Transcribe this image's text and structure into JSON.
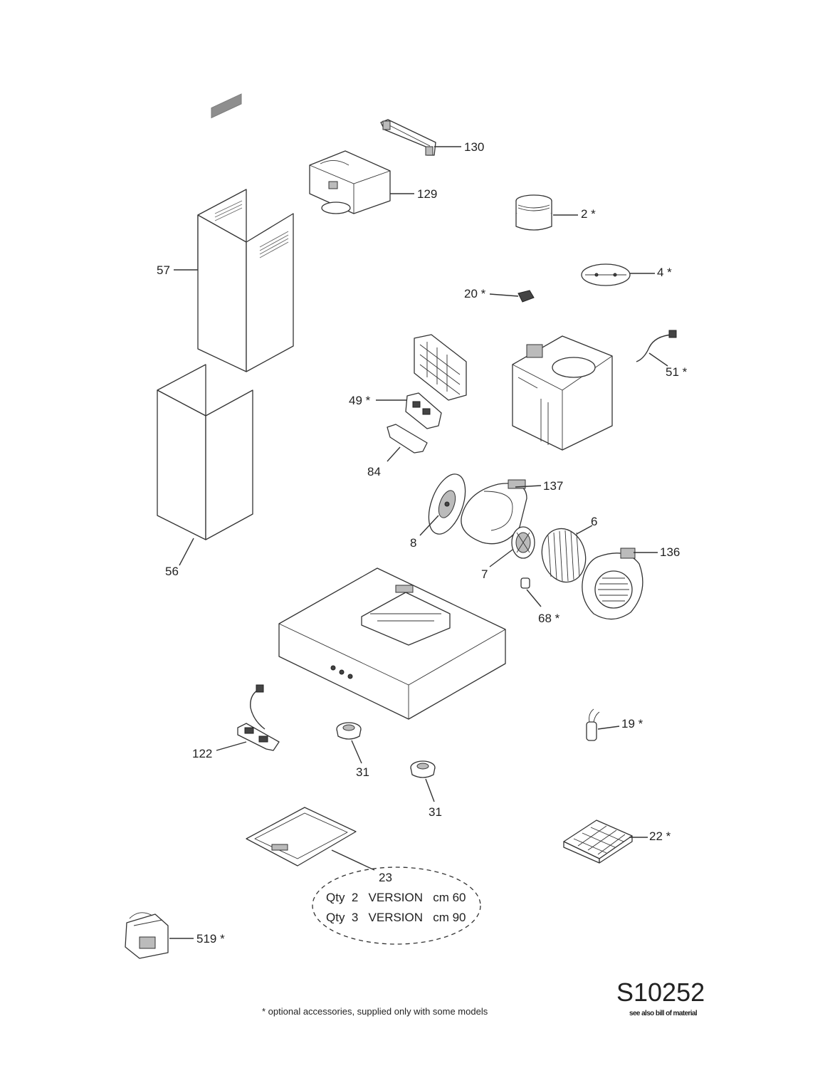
{
  "callouts": [
    {
      "id": "130",
      "text": "130"
    },
    {
      "id": "129",
      "text": "129"
    },
    {
      "id": "2",
      "text": "2 *"
    },
    {
      "id": "57",
      "text": "57"
    },
    {
      "id": "4",
      "text": "4 *"
    },
    {
      "id": "20",
      "text": "20 *"
    },
    {
      "id": "51",
      "text": "51 *"
    },
    {
      "id": "49",
      "text": "49 *"
    },
    {
      "id": "84",
      "text": "84"
    },
    {
      "id": "137",
      "text": "137"
    },
    {
      "id": "8",
      "text": "8"
    },
    {
      "id": "6",
      "text": "6"
    },
    {
      "id": "136",
      "text": "136"
    },
    {
      "id": "7",
      "text": "7"
    },
    {
      "id": "56",
      "text": "56"
    },
    {
      "id": "68",
      "text": "68 *"
    },
    {
      "id": "19",
      "text": "19 *"
    },
    {
      "id": "122",
      "text": "122"
    },
    {
      "id": "31a",
      "text": "31"
    },
    {
      "id": "31b",
      "text": "31"
    },
    {
      "id": "22",
      "text": "22 *"
    },
    {
      "id": "23",
      "text": "23"
    },
    {
      "id": "519",
      "text": "519 *"
    }
  ],
  "qty_note": {
    "line1": "Qty  2   VERSION   cm 60",
    "line2": "Qty  3   VERSION   cm 90"
  },
  "footer": {
    "note": "* optional accessories, supplied only with some models",
    "code": "S10252",
    "see_also": "see also bill of material"
  }
}
